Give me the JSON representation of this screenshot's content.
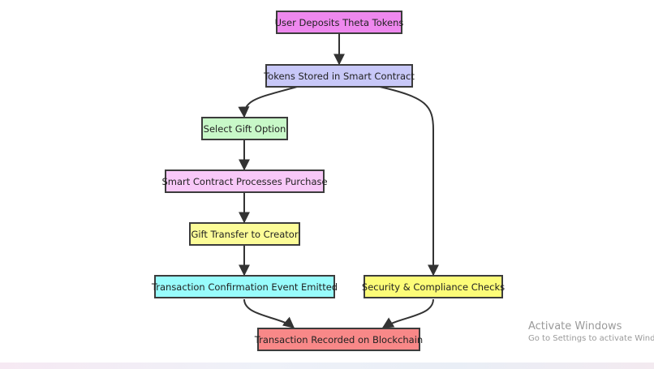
{
  "diagram": {
    "nodes": {
      "deposit": {
        "label": "User Deposits Theta Tokens",
        "color": "#ee88ee"
      },
      "stored": {
        "label": "Tokens Stored in Smart Contract",
        "color": "#c8c8f8"
      },
      "gift": {
        "label": "Select Gift Option",
        "color": "#c8f8c8"
      },
      "process": {
        "label": "Smart Contract Processes Purchase",
        "color": "#f8c8f8"
      },
      "transfer": {
        "label": "Gift Transfer to Creator",
        "color": "#fcfc98"
      },
      "confirmation": {
        "label": "Transaction Confirmation Event Emitted",
        "color": "#98fcfc"
      },
      "security": {
        "label": "Security & Compliance Checks",
        "color": "#fcfc78"
      },
      "recorded": {
        "label": "Transaction Recorded on Blockchain",
        "color": "#f88888"
      }
    },
    "edges": [
      [
        "deposit",
        "stored"
      ],
      [
        "stored",
        "gift"
      ],
      [
        "stored",
        "security"
      ],
      [
        "gift",
        "process"
      ],
      [
        "process",
        "transfer"
      ],
      [
        "transfer",
        "confirmation"
      ],
      [
        "confirmation",
        "recorded"
      ],
      [
        "security",
        "recorded"
      ]
    ],
    "edge_color": "#333333"
  },
  "watermark": {
    "title": "Activate Windows",
    "subtitle": "Go to Settings to activate Windows."
  }
}
